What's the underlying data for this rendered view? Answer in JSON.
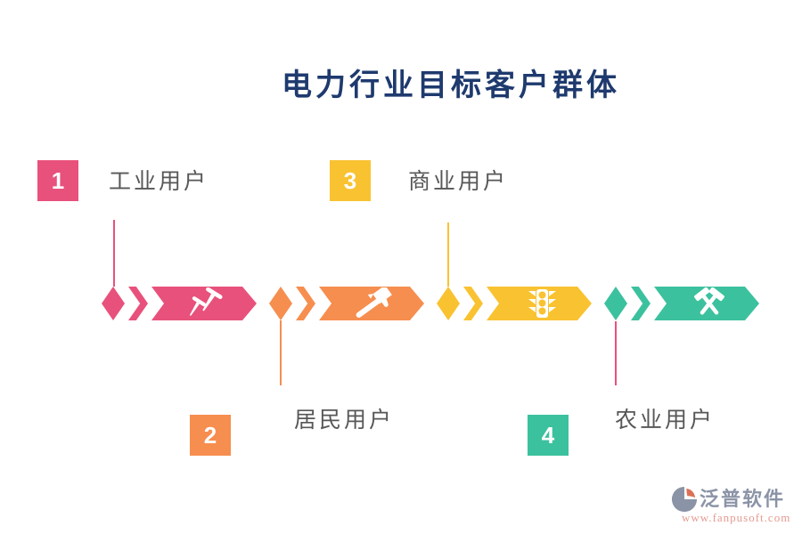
{
  "title": "电力行业目标客户群体",
  "palette": {
    "pink": "#e8517b",
    "orange": "#f68e4f",
    "yellow": "#f9c231",
    "teal": "#3cc19e",
    "title-color": "#1e3a6e",
    "label-color": "#575757",
    "brand-gray": "#8b93a6",
    "brand-red": "#dc7156",
    "url-color": "#e59a90"
  },
  "items": [
    {
      "number": "1",
      "label": "工业用户",
      "color": "#e8517b",
      "icon": "nails-icon",
      "callout_position": "top"
    },
    {
      "number": "2",
      "label": "居民用户",
      "color": "#f68e4f",
      "icon": "hammer-icon",
      "callout_position": "bottom"
    },
    {
      "number": "3",
      "label": "商业用户",
      "color": "#f9c231",
      "icon": "traffic-light-icon",
      "callout_position": "top"
    },
    {
      "number": "4",
      "label": "农业用户",
      "color": "#3cc19e",
      "icon": "crossed-hammers-icon",
      "callout_position": "bottom"
    }
  ],
  "footer": {
    "brand": "泛普软件",
    "url": "www.fanpusoft.com"
  }
}
